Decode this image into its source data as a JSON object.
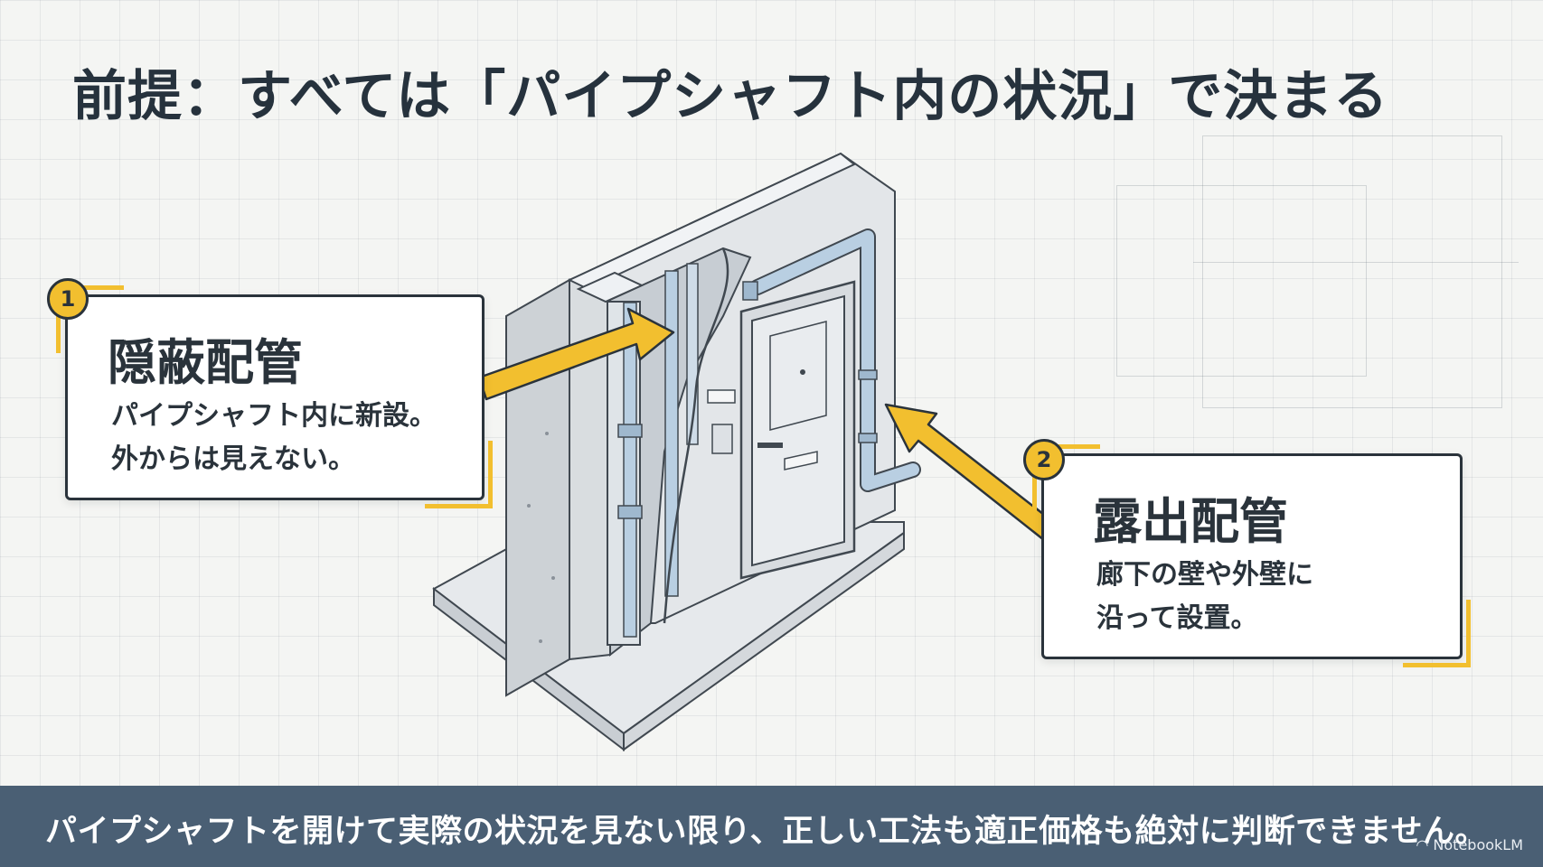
{
  "title": "前提：すべては「パイプシャフト内の状況」で決まる",
  "callouts": [
    {
      "number": "1",
      "title": "隠蔽配管",
      "lines": [
        "パイプシャフト内に新設。",
        "外からは見えない。"
      ]
    },
    {
      "number": "2",
      "title": "露出配管",
      "lines": [
        "廊下の壁や外壁に",
        "沿って設置。"
      ]
    }
  ],
  "footer": {
    "text": "パイプシャフトを開けて実際の状況を見ない限り、正しい工法も適正価格も絶対に判断できません。",
    "brand": "NotebookLM"
  },
  "colors": {
    "accent": "#f2bf2f",
    "ink": "#2a333b",
    "footer_bg": "#4a5f74",
    "background": "#f4f5f3",
    "pipe": "#b9cfe2"
  },
  "icons": {
    "brand": "notebooklm-logo-icon"
  }
}
